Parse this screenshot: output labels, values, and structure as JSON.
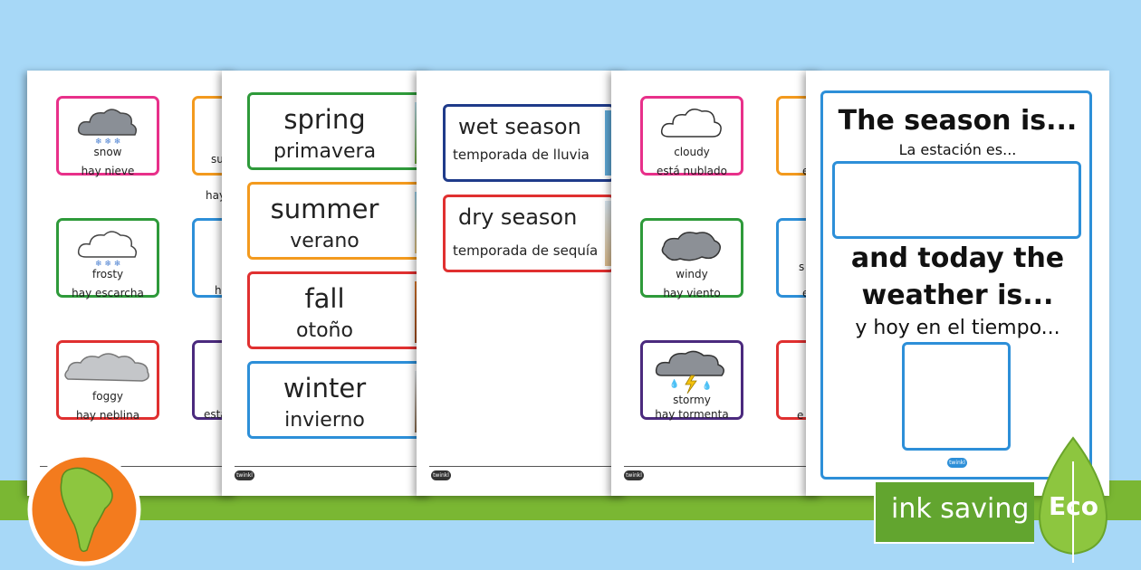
{
  "sheet1": {
    "cards_left": [
      {
        "en": "snow",
        "es": "hay nieve"
      },
      {
        "en": "frosty",
        "es": "hay escarcha"
      },
      {
        "en": "foggy",
        "es": "hay neblina"
      }
    ],
    "cards_right_partial": [
      {
        "en": "su",
        "es": "hay"
      },
      {
        "en": "",
        "es": "h"
      },
      {
        "en": "",
        "es": "está"
      }
    ]
  },
  "sheet2": {
    "cards": [
      {
        "en": "spring",
        "es": "primavera"
      },
      {
        "en": "summer",
        "es": "verano"
      },
      {
        "en": "fall",
        "es": "otoño"
      },
      {
        "en": "winter",
        "es": "invierno"
      }
    ]
  },
  "sheet3": {
    "cards": [
      {
        "en": "wet season",
        "es": "temporada de lluvia"
      },
      {
        "en": "dry season",
        "es": "temporada de sequía"
      }
    ]
  },
  "sheet4": {
    "cards_left": [
      {
        "en": "cloudy",
        "es": "está nublado"
      },
      {
        "en": "windy",
        "es": "hay viento"
      },
      {
        "en": "stormy",
        "es": "hay tormenta"
      }
    ],
    "cards_right_partial": [
      {
        "en": "",
        "es": "e"
      },
      {
        "en": "s",
        "es": "e"
      },
      {
        "en": "",
        "es": "e"
      }
    ]
  },
  "sheet5": {
    "title": "The season is...",
    "subtitle": "La estación es...",
    "heading_line1": "and today the",
    "heading_line2": "weather is...",
    "subheading": "y hoy en el tiempo..."
  },
  "brand": {
    "logo_text": "twinkl"
  },
  "eco": {
    "label": "ink saving",
    "badge": "Eco"
  },
  "colors": {
    "pink": "#e8308a",
    "green": "#2e9a3a",
    "red": "#e03030",
    "orange": "#f39a1e",
    "blue": "#2d8fd8",
    "purple": "#4b2a7e",
    "navy": "#1f3b8a",
    "eco_green": "#62a52f"
  }
}
